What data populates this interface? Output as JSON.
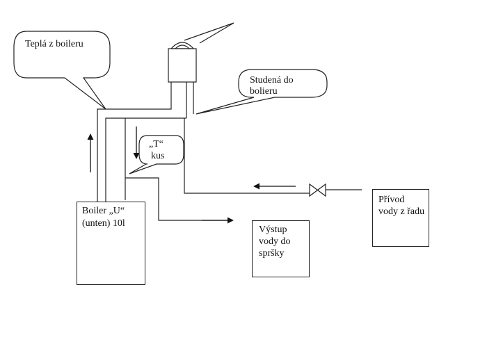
{
  "callouts": {
    "hot_from_boiler": "Teplá z boileru",
    "cold_to_boiler_line1": "Studená do",
    "cold_to_boiler_line2": "bolieru",
    "t_piece_line1": "„T“",
    "t_piece_line2": "kus"
  },
  "boxes": {
    "boiler_line1": "Boiler „U“",
    "boiler_line2": "(unten) 10l",
    "shower_outlet_line1": "Výstup",
    "shower_outlet_line2": "vody do",
    "shower_outlet_line3": "spršky",
    "mains_supply_line1": "Přívod",
    "mains_supply_line2": "vody z řadu"
  },
  "colors": {
    "ink": "#222222",
    "background": "#ffffff"
  }
}
